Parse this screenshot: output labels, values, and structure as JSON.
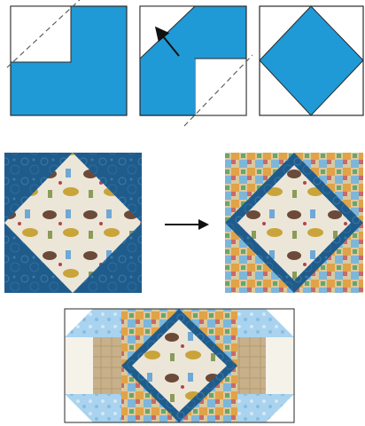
{
  "colors": {
    "blue": "#1f9ad6",
    "outline": "#2a2a2a",
    "white": "#ffffff",
    "navy": "#1f5c8c",
    "navy_dark": "#143f66",
    "cream": "#ece6d8",
    "light_blue": "#a9d3ee",
    "tan": "#c7b08a",
    "scrap_multi": "#d9c9a0"
  },
  "icons": {
    "diagonal_guide": "dashed-diagonal-line",
    "fold_arrow": "arrow-up-left",
    "transition_arrow": "arrow-right"
  },
  "steps": [
    {
      "name": "step-1-corner-square",
      "description": ""
    },
    {
      "name": "step-2-fold-corner",
      "description": ""
    },
    {
      "name": "step-3-square-in-square",
      "description": ""
    }
  ]
}
